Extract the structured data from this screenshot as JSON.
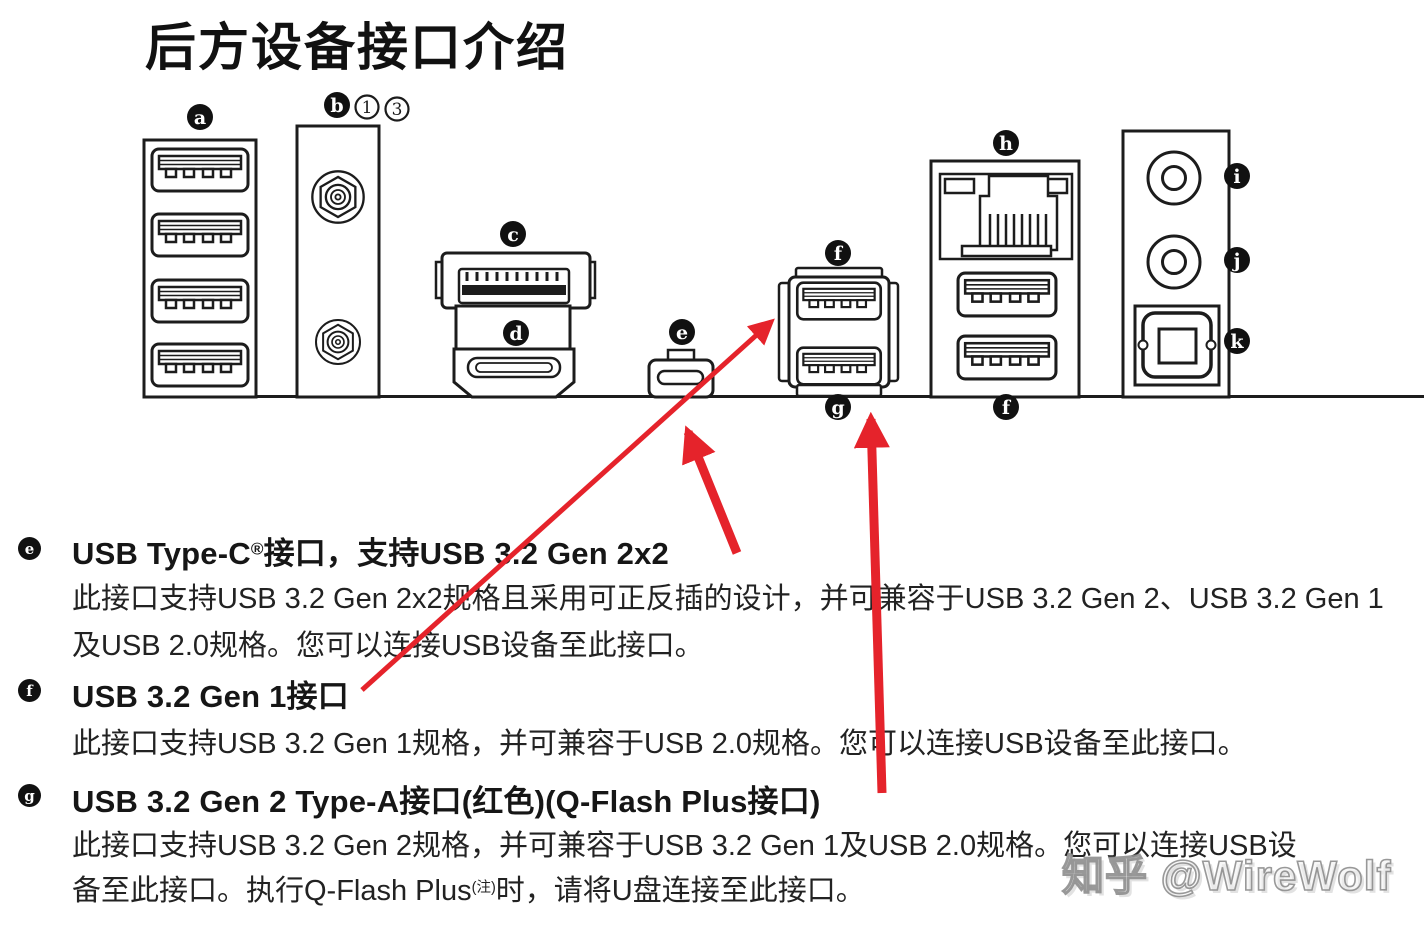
{
  "title": "后方设备接口介绍",
  "diagram": {
    "labels": {
      "a": "a",
      "b": "b",
      "c": "c",
      "d": "d",
      "e": "e",
      "f": "f",
      "g": "g",
      "h": "h",
      "i": "i",
      "j": "j",
      "k": "k"
    },
    "b_num1": "1",
    "b_num2": "3"
  },
  "sections": {
    "e": {
      "bullet": "e",
      "heading_pre": "USB Type-C",
      "heading_sup": "®",
      "heading_post": "接口，支持USB 3.2 Gen 2x2",
      "line1": "此接口支持USB 3.2 Gen 2x2规格且采用可正反插的设计，并可兼容于USB 3.2 Gen 2、USB 3.2 Gen 1",
      "line2": "及USB 2.0规格。您可以连接USB设备至此接口。"
    },
    "f": {
      "bullet": "f",
      "heading": "USB 3.2 Gen 1接口",
      "line1": "此接口支持USB 3.2 Gen 1规格，并可兼容于USB 2.0规格。您可以连接USB设备至此接口。"
    },
    "g": {
      "bullet": "g",
      "heading": "USB 3.2 Gen 2 Type-A接口(红色)(Q-Flash Plus接口)",
      "line1": "此接口支持USB 3.2 Gen 2规格，并可兼容于USB 3.2 Gen 1及USB 2.0规格。您可以连接USB设",
      "line2_pre": "备至此接口。执行Q-Flash Plus",
      "line2_sup": "(注)",
      "line2_post": "时，请将U盘连接至此接口。"
    }
  },
  "watermark": "知乎 @WireWolf",
  "colors": {
    "arrow_red": "#e5232b",
    "ink": "#1c1c1c",
    "watermark_gray": "#9c9c9c"
  }
}
